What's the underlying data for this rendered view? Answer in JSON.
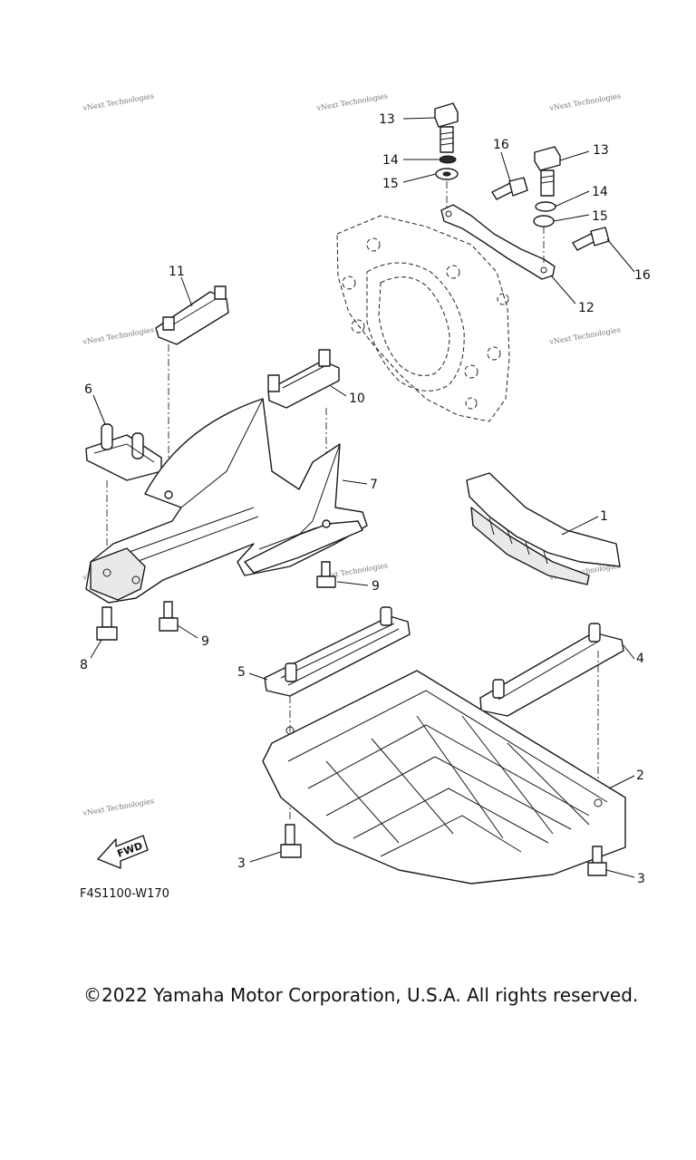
{
  "diagram": {
    "callouts": {
      "c1": "1",
      "c2": "2",
      "c3a": "3",
      "c3b": "3",
      "c4": "4",
      "c5": "5",
      "c6": "6",
      "c7": "7",
      "c8": "8",
      "c9a": "9",
      "c9b": "9",
      "c10": "10",
      "c11": "11",
      "c12": "12",
      "c13a": "13",
      "c13b": "13",
      "c14a": "14",
      "c14b": "14",
      "c15a": "15",
      "c15b": "15",
      "c16a": "16",
      "c16b": "16"
    },
    "fwd_label": "FWD",
    "drawing_code": "F4S1100-W170",
    "watermark": "vNext Technologies"
  },
  "footer": {
    "copyright": "©2022 Yamaha Motor Corporation, U.S.A. All rights reserved."
  }
}
